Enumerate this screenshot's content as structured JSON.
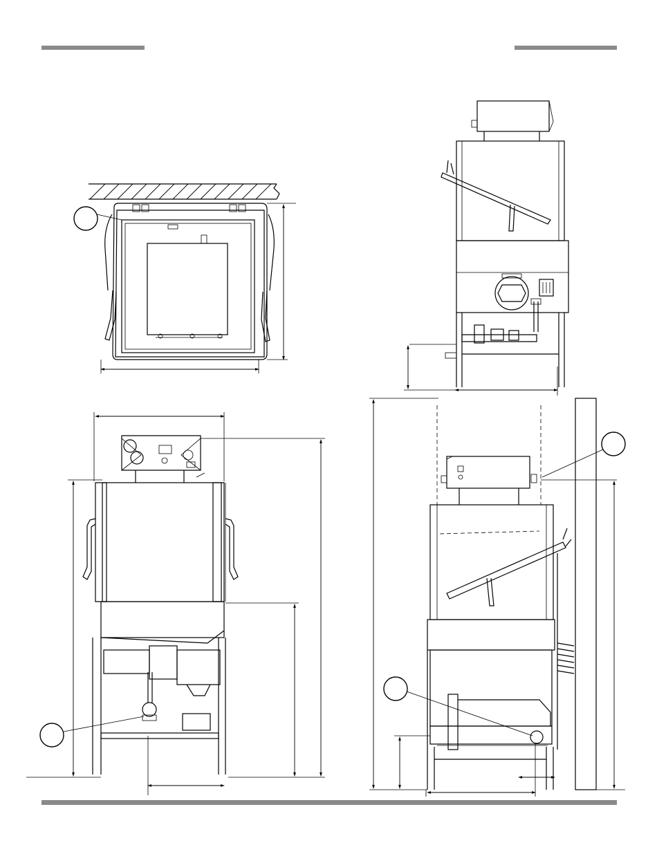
{
  "page": {
    "background": "#ffffff",
    "rule_color": "#8a8a8a",
    "line_color": "#000000"
  },
  "views": [
    {
      "id": "top-view",
      "callouts": [
        ""
      ]
    },
    {
      "id": "rear-view",
      "callouts": []
    },
    {
      "id": "front-view",
      "callouts": [
        ""
      ]
    },
    {
      "id": "side-view",
      "callouts": [
        "",
        ""
      ]
    }
  ]
}
